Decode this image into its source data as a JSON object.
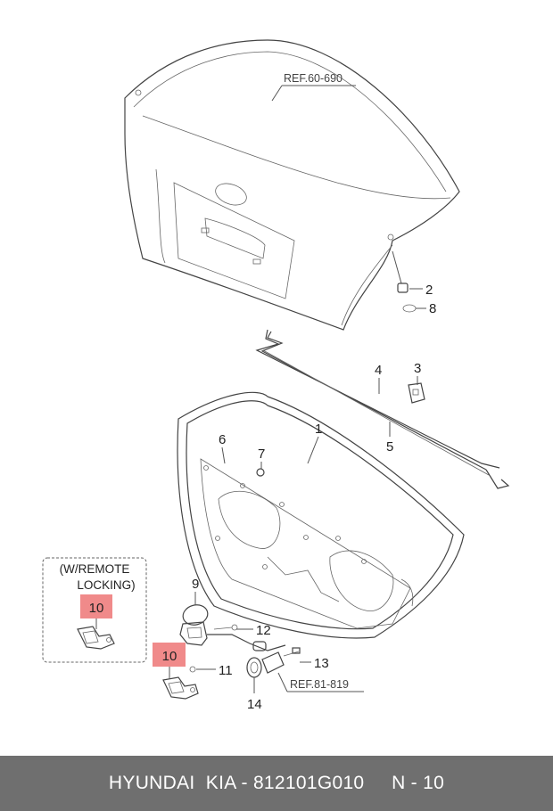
{
  "callouts": {
    "p1": "1",
    "p2": "2",
    "p3": "3",
    "p4": "4",
    "p5": "5",
    "p6": "6",
    "p7": "7",
    "p8": "8",
    "p9": "9",
    "p10_main": "10",
    "p10_remote": "10",
    "p11": "11",
    "p12": "12",
    "p13": "13",
    "p14": "14"
  },
  "refs": {
    "ref_top": "REF.60-690",
    "ref_bottom": "REF.81-819"
  },
  "option_box": {
    "line1": "(W/REMOTE",
    "line2": "LOCKING)"
  },
  "footer": {
    "text": "HYUNDAI  KIA - 812101G010     N - 10"
  },
  "colors": {
    "highlight": "#f08a8a",
    "footer_bg": "#6f6f6f"
  }
}
